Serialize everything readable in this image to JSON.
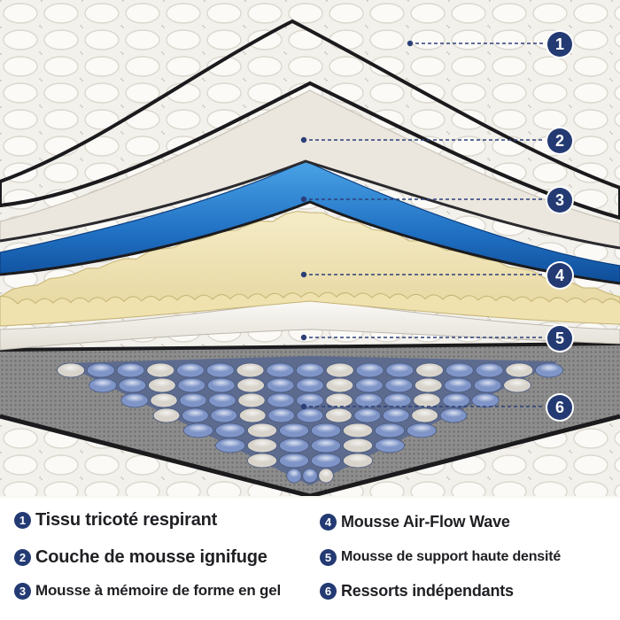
{
  "layers": [
    {
      "number": "1",
      "label": "Tissu tricoté respirant"
    },
    {
      "number": "2",
      "label": "Couche de mousse ignifuge"
    },
    {
      "number": "3",
      "label": "Mousse à mémoire de forme en gel"
    },
    {
      "number": "4",
      "label": "Mousse Air-Flow Wave"
    },
    {
      "number": "5",
      "label": "Mousse de support haute densité"
    },
    {
      "number": "6",
      "label": "Ressorts indépendants"
    }
  ],
  "colors": {
    "marker": "#243a73",
    "leader_line": "#2c3f78",
    "knit_fabric": "#f1efe9",
    "border_piping": "#1b1b1e",
    "fire_foam": "#ece8e0",
    "gel_foam": "#2f86cf",
    "wave_foam": "#efe3b6",
    "support_foam": "#f4f2ee",
    "side_mesh": "#8c8c8c",
    "spring_blue": "#7f95c8",
    "spring_grey": "#d8d4cc"
  }
}
